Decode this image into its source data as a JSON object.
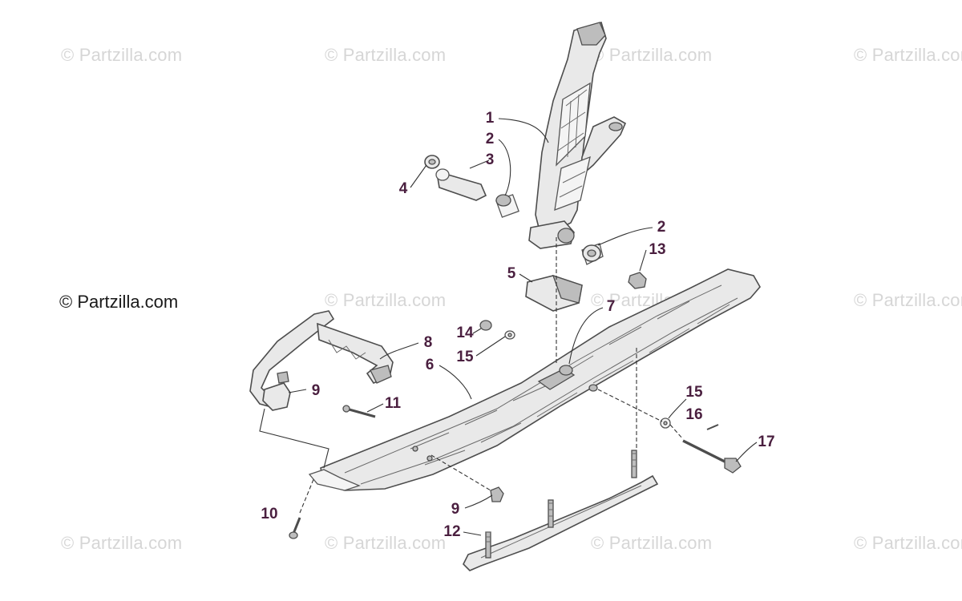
{
  "watermark": {
    "text": "© Partzilla.com",
    "main_text": "© Partzilla.com"
  },
  "callouts": [
    {
      "name": "callout-1",
      "label": "1"
    },
    {
      "name": "callout-2-upper",
      "label": "2"
    },
    {
      "name": "callout-3",
      "label": "3"
    },
    {
      "name": "callout-4",
      "label": "4"
    },
    {
      "name": "callout-2-right",
      "label": "2"
    },
    {
      "name": "callout-13",
      "label": "13"
    },
    {
      "name": "callout-5",
      "label": "5"
    },
    {
      "name": "callout-7",
      "label": "7"
    },
    {
      "name": "callout-14",
      "label": "14"
    },
    {
      "name": "callout-15-left",
      "label": "15"
    },
    {
      "name": "callout-8",
      "label": "8"
    },
    {
      "name": "callout-6",
      "label": "6"
    },
    {
      "name": "callout-9-upper",
      "label": "9"
    },
    {
      "name": "callout-11",
      "label": "11"
    },
    {
      "name": "callout-15-right",
      "label": "15"
    },
    {
      "name": "callout-16",
      "label": "16"
    },
    {
      "name": "callout-17",
      "label": "17"
    },
    {
      "name": "callout-9-lower",
      "label": "9"
    },
    {
      "name": "callout-10",
      "label": "10"
    },
    {
      "name": "callout-12",
      "label": "12"
    }
  ],
  "colors": {
    "callout_text": "#4a1f3f",
    "watermark": "#d6d6d6",
    "line_art": "#4d4d4d"
  }
}
